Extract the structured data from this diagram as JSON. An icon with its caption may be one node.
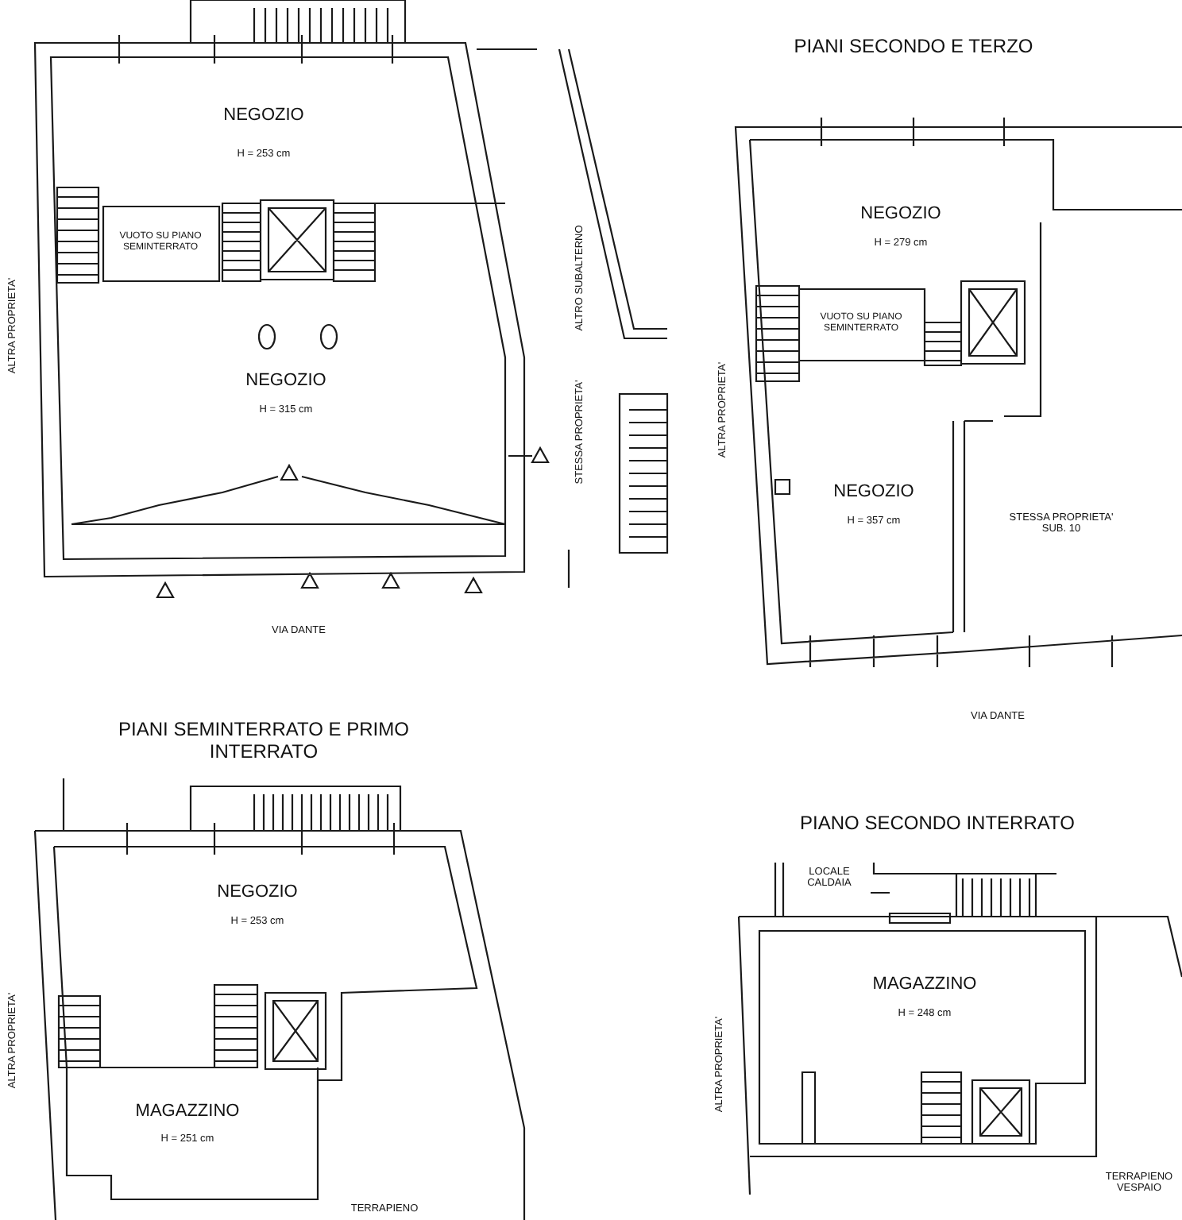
{
  "diagram": {
    "labels": [
      "NEGOZIO",
      "H = 253 cm",
      "VUOTO SU PIANO SEMINTERRATO",
      "NEGOZIO",
      "H = 315 cm",
      "ALTRA PROPRIETA'",
      "STESSA PROPRIETA'",
      "ALTRO SUBALTERNO",
      "VIA DANTE",
      "PIANI SECONDO E TERZO",
      "NEGOZIO",
      "H = 279 cm",
      "VUOTO SU PIANO SEMINTERRATO",
      "ALTRA PROPRIETA'",
      "NEGOZIO",
      "H = 357 cm",
      "STESSA PROPRIETA' SUB. 10",
      "VIA DANTE",
      "PIANI SEMINTERRATO E PRIMO INTERRATO",
      "NEGOZIO",
      "H = 253 cm",
      "ALTRA PROPRIETA'",
      "MAGAZZINO",
      "H = 251 cm",
      "TERRAPIENO",
      "PIANO SECONDO INTERRATO",
      "LOCALE CALDAIA",
      "MAGAZZINO",
      "H = 248 cm",
      "ALTRA PROPRIETA'",
      "TERRAPIENO VESPAIO"
    ]
  }
}
